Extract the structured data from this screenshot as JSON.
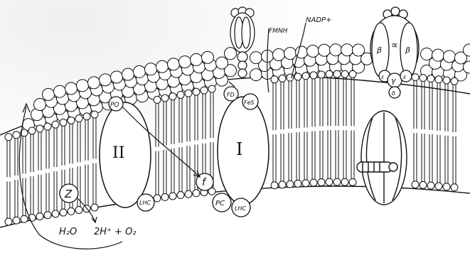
{
  "labels": {
    "nadp": "NADP+",
    "fmnh": "FMNH",
    "psII": "II",
    "psI": "I",
    "fd": "FD",
    "fes": "FeS",
    "pq": "PQ",
    "f": "f",
    "pc": "PC",
    "lhc1": "LHC",
    "lhc2": "LHC",
    "z": "Z",
    "h2o": "H₂O",
    "products": "2H⁺ + O₂",
    "beta_left": "β",
    "alpha": "∝",
    "beta_right": "β",
    "eps_left": "ε",
    "gamma": "γ",
    "eps_right": "ε",
    "delta": "δ"
  }
}
